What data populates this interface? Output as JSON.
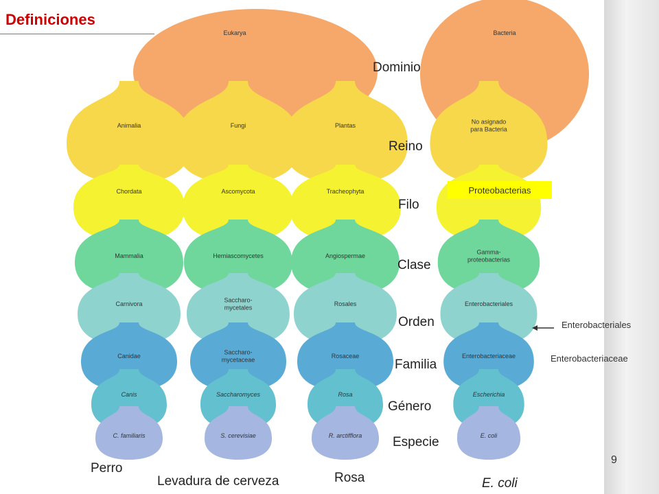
{
  "title": "Definiciones",
  "page_number": "9",
  "ranks": [
    "Dominio",
    "Reino",
    "Filo",
    "Clase",
    "Orden",
    "Familia",
    "Género",
    "Especie"
  ],
  "columns": [
    {
      "id": "perro",
      "common_name": "Perro",
      "taxa": [
        "Animalia",
        "Chordata",
        "Mammalia",
        "Carnivora",
        "Canidae",
        "Canis",
        "C. familiaris"
      ]
    },
    {
      "id": "levadura",
      "common_name": "Levadura de cerveza",
      "taxa": [
        "Fungi",
        "Ascomycota",
        "Hemiascomycetes",
        "Saccharo-\nmycetales",
        "Saccharo-\nmycetaceae",
        "Saccharomyces",
        "S. cerevisiae"
      ]
    },
    {
      "id": "rosa",
      "common_name": "Rosa",
      "taxa": [
        "Plantas",
        "Tracheophyta",
        "Angiospermae",
        "Rosales",
        "Rosaceae",
        "Rosa",
        "R. arctifflora"
      ]
    },
    {
      "id": "ecoli",
      "common_name": "E. coli",
      "taxa": [
        "No asignado\npara Bacteria",
        "",
        "Gamma-\nproteobacterias",
        "Enterobacteriales",
        "Enterobacteriaceae",
        "Escherichia",
        "E. coli"
      ]
    }
  ],
  "domains": {
    "eukarya": "Eukarya",
    "bacteria": "Bacteria"
  },
  "annotations": {
    "proteobacterias": "Proteobacterias",
    "enterobacteriales": "Enterobacteriales",
    "enterobacteriaceae": "Enterobacteriaceae"
  },
  "colors": {
    "domain": "#f5a86a",
    "reino": "#f7d84a",
    "filo": "#f5f232",
    "clase": "#6fd79b",
    "orden": "#8fd3cf",
    "familia": "#5aaad6",
    "genero": "#62c0cf",
    "especie": "#a5b6e0",
    "title": "#cc0000"
  }
}
